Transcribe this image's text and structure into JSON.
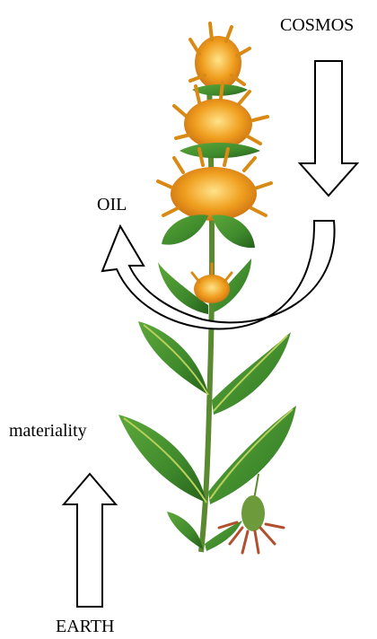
{
  "labels": {
    "cosmos": "COSMOS",
    "oil": "OIL",
    "materiality": "materiality",
    "earth": "EARTH"
  },
  "illustration": {
    "subject": "flowering-plant",
    "colors": {
      "flower": "#f0a020",
      "flower_dark": "#c86c10",
      "leaf": "#3f8a2c",
      "leaf_dark": "#25601c",
      "leaf_highlight": "#b9d15c",
      "stem": "#5a8a30",
      "seedpod": "#6d9a3a",
      "seedpod_husk": "#b0502c"
    }
  },
  "arrows": {
    "stroke": "#000000",
    "fill": "#ffffff"
  }
}
